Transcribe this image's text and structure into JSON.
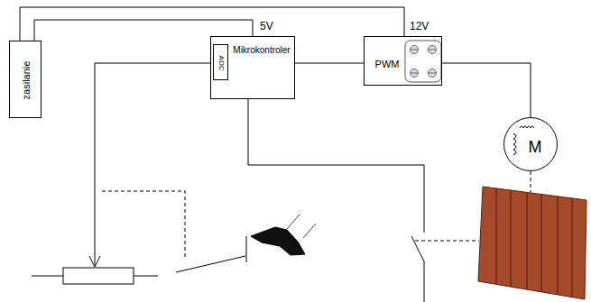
{
  "diagram": {
    "nodes": [
      {
        "text": [
          "zasilanie"
        ]
      },
      {
        "text": [
          "Mikrokontroler"
        ]
      },
      {
        "text": [
          "ADC"
        ],
        "in": 1
      },
      {
        "text": [
          "PWM"
        ]
      },
      {
        "text": [
          "M"
        ]
      }
    ],
    "edges": [
      {
        "from": 0,
        "to": 1,
        "arrow": "none"
      },
      {
        "from": 0,
        "to": 3,
        "arrow": "none"
      },
      {
        "from": 1,
        "to": 3,
        "arrow": "none"
      },
      {
        "from": 3,
        "to": 4,
        "arrow": "none"
      }
    ],
    "labels": [
      "5V",
      "12V"
    ]
  }
}
